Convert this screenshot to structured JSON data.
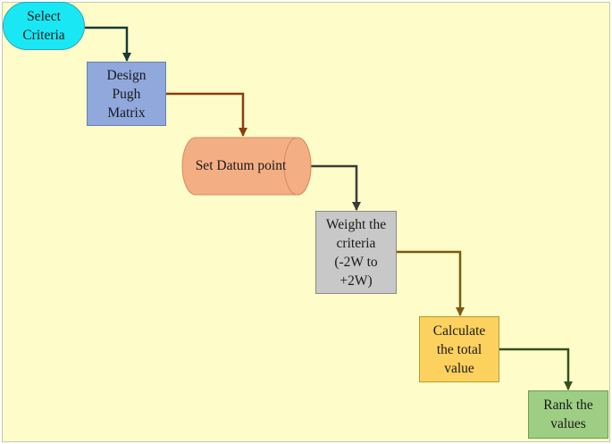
{
  "colors": {
    "background": "#fefdc9",
    "select": "#19e8f4",
    "design": "#90a8dc",
    "datum": "#f3ae84",
    "datum_edge": "#d88a5e",
    "weight": "#c8c8c8",
    "calc": "#fcd15e",
    "rank": "#9dce84",
    "arrow1": "#173a38",
    "arrow2": "#8c3d10",
    "arrow3": "#3b3b3b",
    "arrow4": "#7a5a0c",
    "arrow5": "#33511d"
  },
  "shapes": {
    "datum": "cylinder"
  },
  "nodes": {
    "select": "Select\nCriteria",
    "design": "Design\nPugh\nMatrix",
    "datum": "Set Datum point",
    "weight": "Weight the\ncriteria\n(-2W to\n+2W)",
    "calc": "Calculate\nthe total\nvalue",
    "rank": "Rank the\nvalues"
  }
}
